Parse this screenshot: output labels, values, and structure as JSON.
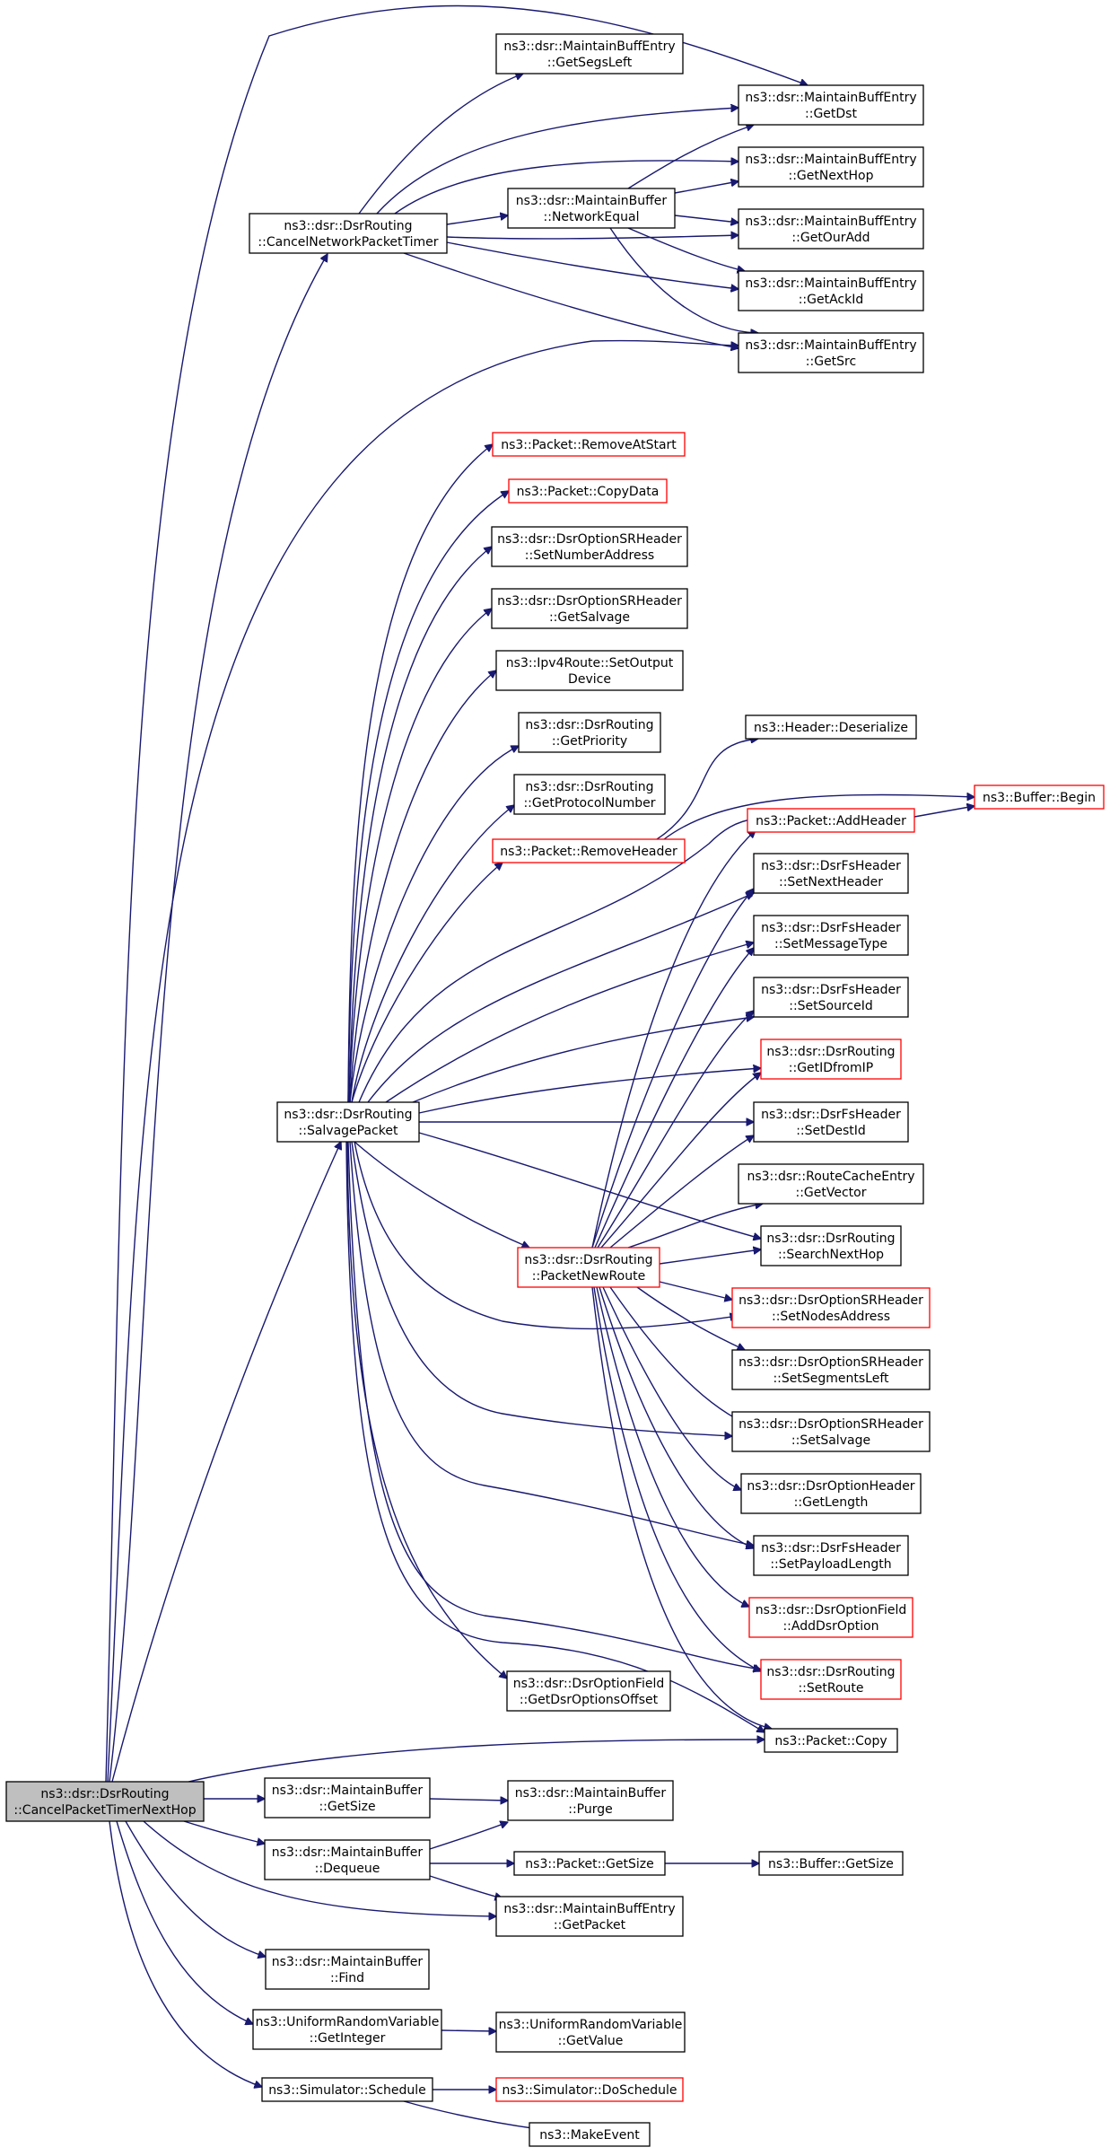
{
  "graph": {
    "nodes": [
      {
        "id": "root",
        "lines": [
          "ns3::dsr::DsrRouting",
          "::CancelPacketTimerNextHop"
        ],
        "style": "root"
      },
      {
        "id": "cnpt",
        "lines": [
          "ns3::dsr::DsrRouting",
          "::CancelNetworkPacketTimer"
        ],
        "style": "normal"
      },
      {
        "id": "segsleft",
        "lines": [
          "ns3::dsr::MaintainBuffEntry",
          "::GetSegsLeft"
        ],
        "style": "normal"
      },
      {
        "id": "getdst",
        "lines": [
          "ns3::dsr::MaintainBuffEntry",
          "::GetDst"
        ],
        "style": "normal"
      },
      {
        "id": "getnexthop",
        "lines": [
          "ns3::dsr::MaintainBuffEntry",
          "::GetNextHop"
        ],
        "style": "normal"
      },
      {
        "id": "networkequal",
        "lines": [
          "ns3::dsr::MaintainBuffer",
          "::NetworkEqual"
        ],
        "style": "normal"
      },
      {
        "id": "getouradd",
        "lines": [
          "ns3::dsr::MaintainBuffEntry",
          "::GetOurAdd"
        ],
        "style": "normal"
      },
      {
        "id": "getackid",
        "lines": [
          "ns3::dsr::MaintainBuffEntry",
          "::GetAckId"
        ],
        "style": "normal"
      },
      {
        "id": "getsrc",
        "lines": [
          "ns3::dsr::MaintainBuffEntry",
          "::GetSrc"
        ],
        "style": "normal"
      },
      {
        "id": "removeatstart",
        "lines": [
          "ns3::Packet::RemoveAtStart"
        ],
        "style": "red"
      },
      {
        "id": "copydata",
        "lines": [
          "ns3::Packet::CopyData"
        ],
        "style": "red"
      },
      {
        "id": "setnumberaddress",
        "lines": [
          "ns3::dsr::DsrOptionSRHeader",
          "::SetNumberAddress"
        ],
        "style": "normal"
      },
      {
        "id": "getsalvage",
        "lines": [
          "ns3::dsr::DsrOptionSRHeader",
          "::GetSalvage"
        ],
        "style": "normal"
      },
      {
        "id": "setoutputdevice",
        "lines": [
          "ns3::Ipv4Route::SetOutput",
          "Device"
        ],
        "style": "normal"
      },
      {
        "id": "getpriority",
        "lines": [
          "ns3::dsr::DsrRouting",
          "::GetPriority"
        ],
        "style": "normal"
      },
      {
        "id": "getprotocolnumber",
        "lines": [
          "ns3::dsr::DsrRouting",
          "::GetProtocolNumber"
        ],
        "style": "normal"
      },
      {
        "id": "removeheader",
        "lines": [
          "ns3::Packet::RemoveHeader"
        ],
        "style": "red"
      },
      {
        "id": "deserialize",
        "lines": [
          "ns3::Header::Deserialize"
        ],
        "style": "normal"
      },
      {
        "id": "addheader",
        "lines": [
          "ns3::Packet::AddHeader"
        ],
        "style": "red"
      },
      {
        "id": "bufferbegin",
        "lines": [
          "ns3::Buffer::Begin"
        ],
        "style": "red"
      },
      {
        "id": "setnextheader",
        "lines": [
          "ns3::dsr::DsrFsHeader",
          "::SetNextHeader"
        ],
        "style": "normal"
      },
      {
        "id": "setmessagetype",
        "lines": [
          "ns3::dsr::DsrFsHeader",
          "::SetMessageType"
        ],
        "style": "normal"
      },
      {
        "id": "setsourceid",
        "lines": [
          "ns3::dsr::DsrFsHeader",
          "::SetSourceId"
        ],
        "style": "normal"
      },
      {
        "id": "getidfromip",
        "lines": [
          "ns3::dsr::DsrRouting",
          "::GetIDfromIP"
        ],
        "style": "red"
      },
      {
        "id": "salvagepacket",
        "lines": [
          "ns3::dsr::DsrRouting",
          "::SalvagePacket"
        ],
        "style": "normal"
      },
      {
        "id": "setdestid",
        "lines": [
          "ns3::dsr::DsrFsHeader",
          "::SetDestId"
        ],
        "style": "normal"
      },
      {
        "id": "getvector",
        "lines": [
          "ns3::dsr::RouteCacheEntry",
          "::GetVector"
        ],
        "style": "normal"
      },
      {
        "id": "searchnexthop",
        "lines": [
          "ns3::dsr::DsrRouting",
          "::SearchNextHop"
        ],
        "style": "normal"
      },
      {
        "id": "packetnewroute",
        "lines": [
          "ns3::dsr::DsrRouting",
          "::PacketNewRoute"
        ],
        "style": "red"
      },
      {
        "id": "setnodesaddress",
        "lines": [
          "ns3::dsr::DsrOptionSRHeader",
          "::SetNodesAddress"
        ],
        "style": "red"
      },
      {
        "id": "setsegmentsleft",
        "lines": [
          "ns3::dsr::DsrOptionSRHeader",
          "::SetSegmentsLeft"
        ],
        "style": "normal"
      },
      {
        "id": "setsalvage",
        "lines": [
          "ns3::dsr::DsrOptionSRHeader",
          "::SetSalvage"
        ],
        "style": "normal"
      },
      {
        "id": "getlength",
        "lines": [
          "ns3::dsr::DsrOptionHeader",
          "::GetLength"
        ],
        "style": "normal"
      },
      {
        "id": "setpayloadlength",
        "lines": [
          "ns3::dsr::DsrFsHeader",
          "::SetPayloadLength"
        ],
        "style": "normal"
      },
      {
        "id": "adddsroption",
        "lines": [
          "ns3::dsr::DsrOptionField",
          "::AddDsrOption"
        ],
        "style": "red"
      },
      {
        "id": "setroute",
        "lines": [
          "ns3::dsr::DsrRouting",
          "::SetRoute"
        ],
        "style": "red"
      },
      {
        "id": "getdsroptionsoffset",
        "lines": [
          "ns3::dsr::DsrOptionField",
          "::GetDsrOptionsOffset"
        ],
        "style": "normal"
      },
      {
        "id": "packetcopy",
        "lines": [
          "ns3::Packet::Copy"
        ],
        "style": "normal"
      },
      {
        "id": "mbgetsize",
        "lines": [
          "ns3::dsr::MaintainBuffer",
          "::GetSize"
        ],
        "style": "normal"
      },
      {
        "id": "purge",
        "lines": [
          "ns3::dsr::MaintainBuffer",
          "::Purge"
        ],
        "style": "normal"
      },
      {
        "id": "dequeue",
        "lines": [
          "ns3::dsr::MaintainBuffer",
          "::Dequeue"
        ],
        "style": "normal"
      },
      {
        "id": "packetgetsize",
        "lines": [
          "ns3::Packet::GetSize"
        ],
        "style": "normal"
      },
      {
        "id": "buffergetsize",
        "lines": [
          "ns3::Buffer::GetSize"
        ],
        "style": "normal"
      },
      {
        "id": "getpacket",
        "lines": [
          "ns3::dsr::MaintainBuffEntry",
          "::GetPacket"
        ],
        "style": "normal"
      },
      {
        "id": "find",
        "lines": [
          "ns3::dsr::MaintainBuffer",
          "::Find"
        ],
        "style": "normal"
      },
      {
        "id": "getinteger",
        "lines": [
          "ns3::UniformRandomVariable",
          "::GetInteger"
        ],
        "style": "normal"
      },
      {
        "id": "getvalue",
        "lines": [
          "ns3::UniformRandomVariable",
          "::GetValue"
        ],
        "style": "normal"
      },
      {
        "id": "schedule",
        "lines": [
          "ns3::Simulator::Schedule"
        ],
        "style": "normal"
      },
      {
        "id": "doschedule",
        "lines": [
          "ns3::Simulator::DoSchedule"
        ],
        "style": "red"
      },
      {
        "id": "makeevent",
        "lines": [
          "ns3::MakeEvent"
        ],
        "style": "normal"
      }
    ],
    "edges": [
      {
        "from": "root",
        "to": "cnpt"
      },
      {
        "from": "root",
        "to": "getdst"
      },
      {
        "from": "root",
        "to": "getsrc"
      },
      {
        "from": "root",
        "to": "salvagepacket"
      },
      {
        "from": "root",
        "to": "packetcopy"
      },
      {
        "from": "root",
        "to": "mbgetsize"
      },
      {
        "from": "root",
        "to": "dequeue"
      },
      {
        "from": "root",
        "to": "getpacket"
      },
      {
        "from": "root",
        "to": "find"
      },
      {
        "from": "root",
        "to": "getinteger"
      },
      {
        "from": "root",
        "to": "schedule"
      },
      {
        "from": "cnpt",
        "to": "segsleft"
      },
      {
        "from": "cnpt",
        "to": "getdst"
      },
      {
        "from": "cnpt",
        "to": "getnexthop"
      },
      {
        "from": "cnpt",
        "to": "networkequal"
      },
      {
        "from": "cnpt",
        "to": "getouradd"
      },
      {
        "from": "cnpt",
        "to": "getackid"
      },
      {
        "from": "cnpt",
        "to": "getsrc"
      },
      {
        "from": "networkequal",
        "to": "getdst"
      },
      {
        "from": "networkequal",
        "to": "getnexthop"
      },
      {
        "from": "networkequal",
        "to": "getouradd"
      },
      {
        "from": "networkequal",
        "to": "getackid"
      },
      {
        "from": "networkequal",
        "to": "getsrc"
      },
      {
        "from": "salvagepacket",
        "to": "removeatstart"
      },
      {
        "from": "salvagepacket",
        "to": "copydata"
      },
      {
        "from": "salvagepacket",
        "to": "setnumberaddress"
      },
      {
        "from": "salvagepacket",
        "to": "getsalvage"
      },
      {
        "from": "salvagepacket",
        "to": "setoutputdevice"
      },
      {
        "from": "salvagepacket",
        "to": "getpriority"
      },
      {
        "from": "salvagepacket",
        "to": "getprotocolnumber"
      },
      {
        "from": "salvagepacket",
        "to": "removeheader"
      },
      {
        "from": "salvagepacket",
        "to": "addheader"
      },
      {
        "from": "salvagepacket",
        "to": "setnextheader"
      },
      {
        "from": "salvagepacket",
        "to": "setmessagetype"
      },
      {
        "from": "salvagepacket",
        "to": "setsourceid"
      },
      {
        "from": "salvagepacket",
        "to": "getidfromip"
      },
      {
        "from": "salvagepacket",
        "to": "setdestid"
      },
      {
        "from": "salvagepacket",
        "to": "searchnexthop"
      },
      {
        "from": "salvagepacket",
        "to": "packetnewroute"
      },
      {
        "from": "salvagepacket",
        "to": "setnodesaddress"
      },
      {
        "from": "salvagepacket",
        "to": "setsalvage"
      },
      {
        "from": "salvagepacket",
        "to": "setpayloadlength"
      },
      {
        "from": "salvagepacket",
        "to": "setroute"
      },
      {
        "from": "salvagepacket",
        "to": "getdsroptionsoffset"
      },
      {
        "from": "salvagepacket",
        "to": "packetcopy"
      },
      {
        "from": "removeheader",
        "to": "deserialize"
      },
      {
        "from": "removeheader",
        "to": "bufferbegin"
      },
      {
        "from": "addheader",
        "to": "bufferbegin"
      },
      {
        "from": "packetnewroute",
        "to": "addheader"
      },
      {
        "from": "packetnewroute",
        "to": "setnextheader"
      },
      {
        "from": "packetnewroute",
        "to": "setmessagetype"
      },
      {
        "from": "packetnewroute",
        "to": "setsourceid"
      },
      {
        "from": "packetnewroute",
        "to": "getidfromip"
      },
      {
        "from": "packetnewroute",
        "to": "setdestid"
      },
      {
        "from": "packetnewroute",
        "to": "getvector"
      },
      {
        "from": "packetnewroute",
        "to": "searchnexthop"
      },
      {
        "from": "packetnewroute",
        "to": "setnodesaddress"
      },
      {
        "from": "packetnewroute",
        "to": "setsegmentsleft"
      },
      {
        "from": "packetnewroute",
        "to": "setsalvage"
      },
      {
        "from": "packetnewroute",
        "to": "getlength"
      },
      {
        "from": "packetnewroute",
        "to": "setpayloadlength"
      },
      {
        "from": "packetnewroute",
        "to": "adddsroption"
      },
      {
        "from": "packetnewroute",
        "to": "setroute"
      },
      {
        "from": "packetnewroute",
        "to": "packetcopy"
      },
      {
        "from": "mbgetsize",
        "to": "purge"
      },
      {
        "from": "dequeue",
        "to": "purge"
      },
      {
        "from": "dequeue",
        "to": "packetgetsize"
      },
      {
        "from": "dequeue",
        "to": "getpacket"
      },
      {
        "from": "packetgetsize",
        "to": "buffergetsize"
      },
      {
        "from": "getinteger",
        "to": "getvalue"
      },
      {
        "from": "schedule",
        "to": "doschedule"
      },
      {
        "from": "schedule",
        "to": "makeevent"
      }
    ]
  }
}
